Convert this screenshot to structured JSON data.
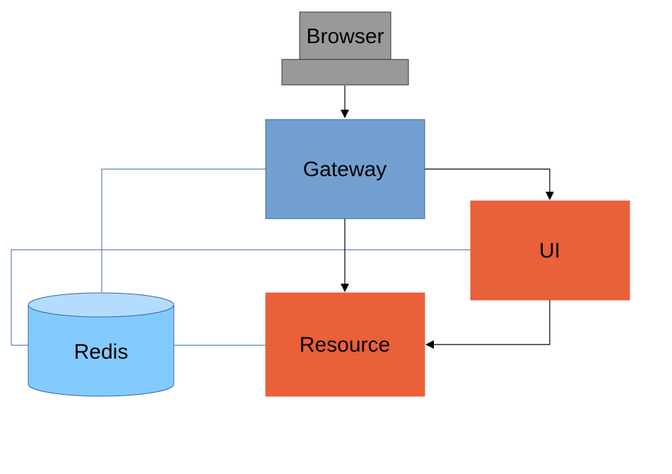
{
  "nodes": {
    "browser": {
      "label": "Browser",
      "monitor_color": "#999999",
      "base_color": "#999999"
    },
    "gateway": {
      "label": "Gateway",
      "color": "#729fcf",
      "border": "#3465a4"
    },
    "ui": {
      "label": "UI",
      "color": "#e9603b"
    },
    "resource": {
      "label": "Resource",
      "color": "#e9603b"
    },
    "redis": {
      "label": "Redis",
      "body_color": "#83caff",
      "top_color": "#b4dcff",
      "border": "#3465a4"
    }
  },
  "edges": [
    {
      "from": "browser",
      "to": "gateway",
      "arrow": true
    },
    {
      "from": "gateway",
      "to": "ui",
      "arrow": true
    },
    {
      "from": "gateway",
      "to": "resource",
      "arrow": true
    },
    {
      "from": "ui",
      "to": "resource",
      "arrow": true
    },
    {
      "from": "gateway",
      "to": "redis",
      "arrow": false
    },
    {
      "from": "ui",
      "to": "redis",
      "arrow": false
    },
    {
      "from": "resource",
      "to": "redis",
      "arrow": false
    }
  ],
  "colors": {
    "arrow": "#000000",
    "redis_link": "#3465a4"
  }
}
